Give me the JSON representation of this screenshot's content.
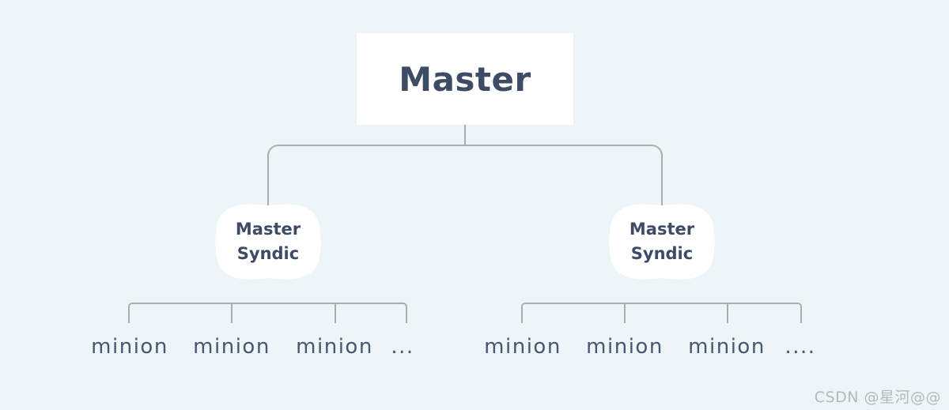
{
  "colors": {
    "background": "#edf5f8",
    "line": "#a6aeb4",
    "node_fill": "#ffffff",
    "node_text": "#3d4b64",
    "minion_text": "#475671",
    "watermark_text": "#b4b9be"
  },
  "root": {
    "label": "Master"
  },
  "syndics": [
    {
      "label": "Master Syndic",
      "minions": [
        "minion",
        "minion",
        "minion",
        "..."
      ]
    },
    {
      "label": "Master Syndic",
      "minions": [
        "minion",
        "minion",
        "minion",
        "...."
      ]
    }
  ],
  "watermark": "CSDN @星河@@"
}
